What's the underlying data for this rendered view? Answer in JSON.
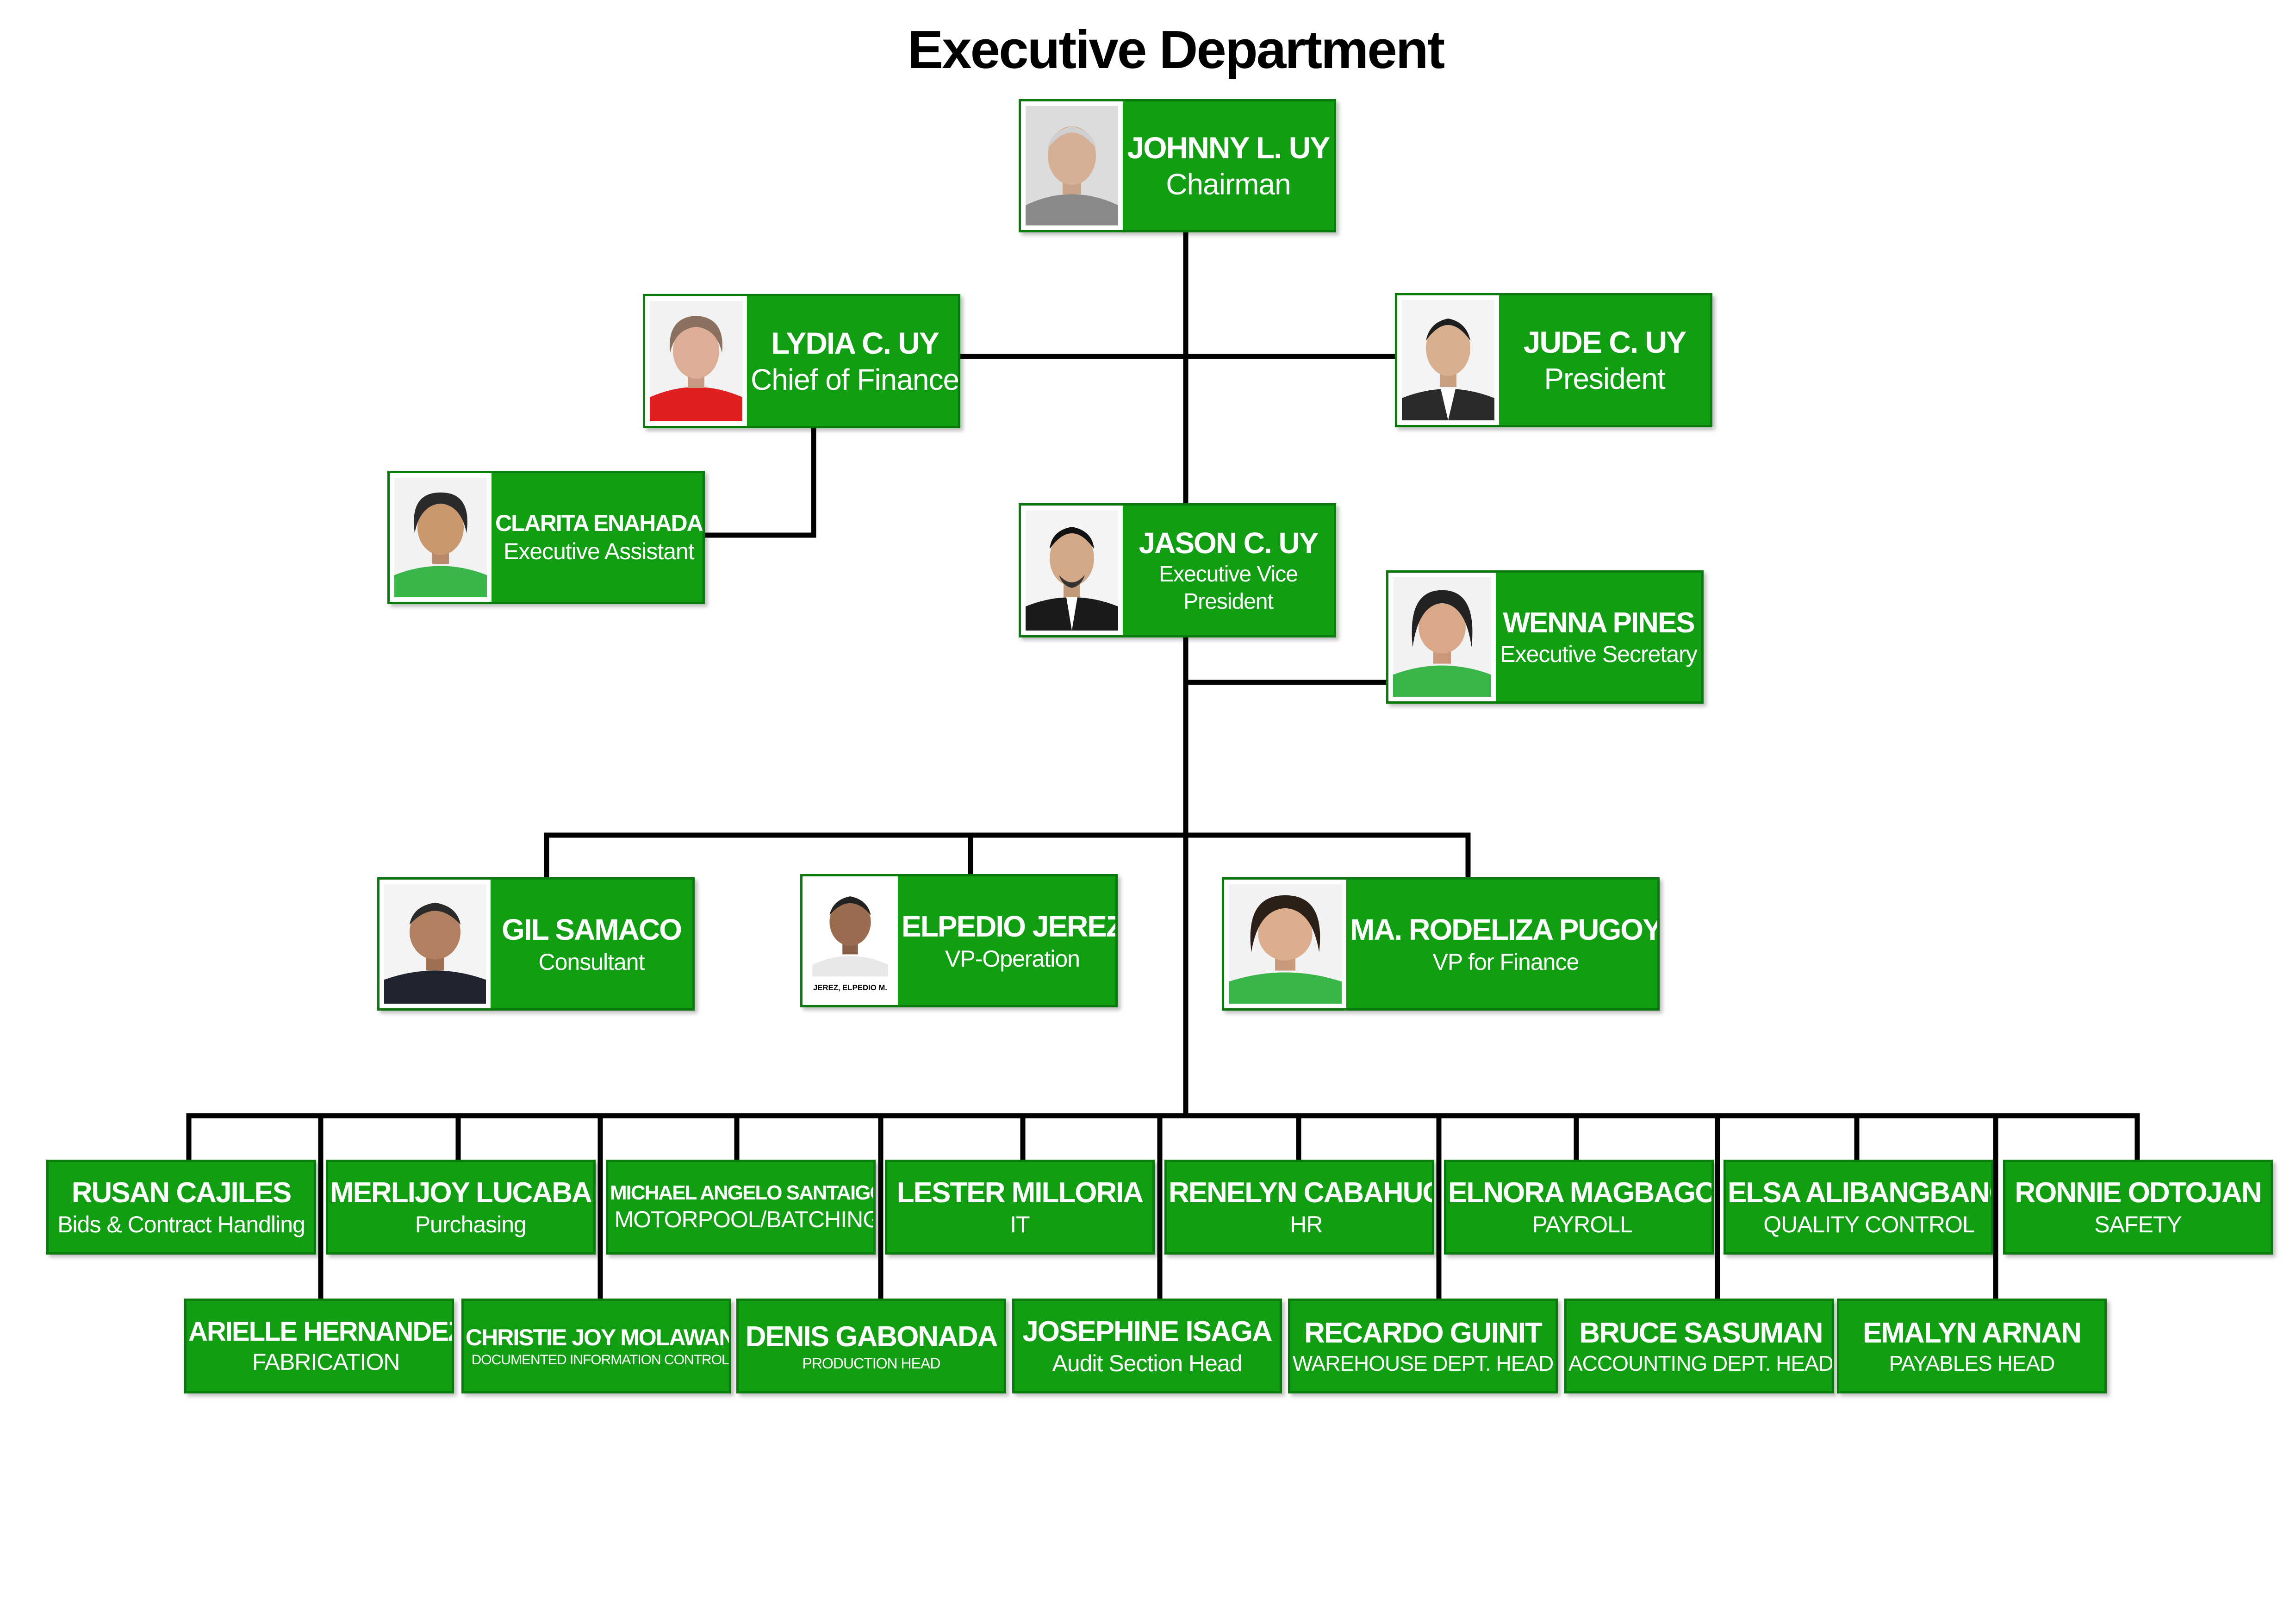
{
  "title": "Executive Department",
  "colors": {
    "box_fill": "#119e12",
    "box_border": "#0b7a0c",
    "text": "#ffffff",
    "lines": "#000000"
  },
  "executives": {
    "chairman": {
      "name": "JOHNNY L. UY",
      "role": "Chairman"
    },
    "chief_finance": {
      "name": "LYDIA C. UY",
      "role": "Chief of Finance"
    },
    "president": {
      "name": "JUDE C. UY",
      "role": "President"
    },
    "exec_assistant": {
      "name": "CLARITA ENAHADA",
      "role": "Executive Assistant"
    },
    "evp": {
      "name": "JASON C. UY",
      "role_line1": "Executive Vice",
      "role_line2": "President"
    },
    "exec_secretary": {
      "name": "WENNA PINES",
      "role": "Executive Secretary"
    },
    "consultant": {
      "name": "GIL SAMACO",
      "role": "Consultant"
    },
    "vp_operation": {
      "name": "ELPEDIO JEREZ",
      "role": "VP-Operation",
      "photo_caption": "JEREZ, ELPEDIO M."
    },
    "vp_finance": {
      "name": "MA. RODELIZA PUGOY",
      "role": "VP for Finance"
    }
  },
  "heads_top": [
    {
      "name": "RUSAN CAJILES",
      "role": "Bids & Contract Handling"
    },
    {
      "name": "MERLIJOY LUCABAN",
      "role": "Purchasing"
    },
    {
      "name": "MICHAEL ANGELO SANTAIGO",
      "role": "MOTORPOOL/BATCHING"
    },
    {
      "name": "LESTER MILLORIA",
      "role": "IT"
    },
    {
      "name": "RENELYN CABAHUG",
      "role": "HR"
    },
    {
      "name": "ELNORA MAGBAGO",
      "role": "PAYROLL"
    },
    {
      "name": "ELSA ALIBANGBANG",
      "role": "QUALITY CONTROL"
    },
    {
      "name": "RONNIE ODTOJAN",
      "role": "SAFETY"
    }
  ],
  "heads_bottom": [
    {
      "name": "ARIELLE HERNANDEZ",
      "role": "FABRICATION"
    },
    {
      "name": "CHRISTIE JOY MOLAWAN",
      "role": "DOCUMENTED INFORMATION CONTROL"
    },
    {
      "name": "DENIS GABONADA",
      "role": "PRODUCTION HEAD"
    },
    {
      "name": "JOSEPHINE ISAGA",
      "role": "Audit Section Head"
    },
    {
      "name": "RECARDO GUINIT",
      "role": "WAREHOUSE DEPT. HEAD"
    },
    {
      "name": "BRUCE SASUMAN",
      "role": "ACCOUNTING DEPT. HEAD"
    },
    {
      "name": "EMALYN ARNAN",
      "role": "PAYABLES HEAD"
    }
  ]
}
